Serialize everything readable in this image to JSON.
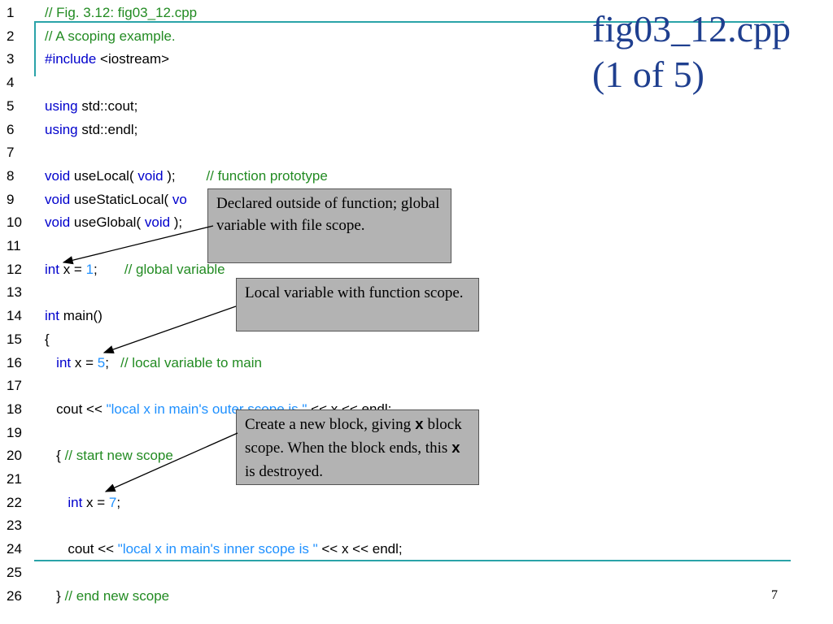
{
  "title": {
    "line1": "fig03_12.cpp",
    "line2": "(1 of 5)"
  },
  "page_number": "7",
  "colors": {
    "keyword": "#0000cc",
    "comment": "#228b22",
    "string": "#1e90ff",
    "title": "#1f3f8f",
    "accent_line": "#2aa3a8",
    "callout_bg": "#b3b3b3"
  },
  "code_lines": [
    {
      "n": "1",
      "parts": [
        [
          "cm",
          "// Fig. 3.12: fig03_12.cpp"
        ]
      ]
    },
    {
      "n": "2",
      "parts": [
        [
          "cm",
          "// A scoping example."
        ]
      ]
    },
    {
      "n": "3",
      "parts": [
        [
          "kw",
          "#include"
        ],
        [
          "",
          " <iostream>"
        ]
      ]
    },
    {
      "n": "4",
      "parts": []
    },
    {
      "n": "5",
      "parts": [
        [
          "kw",
          "using"
        ],
        [
          "",
          " std::cout;"
        ]
      ]
    },
    {
      "n": "6",
      "parts": [
        [
          "kw",
          "using"
        ],
        [
          "",
          " std::endl;"
        ]
      ]
    },
    {
      "n": "7",
      "parts": []
    },
    {
      "n": "8",
      "parts": [
        [
          "kw",
          "void"
        ],
        [
          "",
          " useLocal( "
        ],
        [
          "kw",
          "void"
        ],
        [
          "",
          " );        "
        ],
        [
          "cm",
          "// function prototype"
        ]
      ]
    },
    {
      "n": "9",
      "parts": [
        [
          "kw",
          "void"
        ],
        [
          "",
          " useStaticLocal( "
        ],
        [
          "kw",
          "vo"
        ]
      ]
    },
    {
      "n": "10",
      "parts": [
        [
          "kw",
          "void"
        ],
        [
          "",
          " useGlobal( "
        ],
        [
          "kw",
          "void"
        ],
        [
          "",
          " );"
        ]
      ]
    },
    {
      "n": "11",
      "parts": []
    },
    {
      "n": "12",
      "parts": [
        [
          "kw",
          "int"
        ],
        [
          "",
          " x = "
        ],
        [
          "nm",
          "1"
        ],
        [
          "",
          ";       "
        ],
        [
          "cm",
          "// global variable"
        ]
      ]
    },
    {
      "n": "13",
      "parts": []
    },
    {
      "n": "14",
      "parts": [
        [
          "kw",
          "int"
        ],
        [
          "",
          " main()"
        ]
      ]
    },
    {
      "n": "15",
      "parts": [
        [
          "",
          "{"
        ]
      ]
    },
    {
      "n": "16",
      "parts": [
        [
          "",
          "   "
        ],
        [
          "kw",
          "int"
        ],
        [
          "",
          " x = "
        ],
        [
          "nm",
          "5"
        ],
        [
          "",
          ";   "
        ],
        [
          "cm",
          "// local variable to main"
        ]
      ]
    },
    {
      "n": "17",
      "parts": []
    },
    {
      "n": "18",
      "parts": [
        [
          "",
          "   cout << "
        ],
        [
          "st",
          "\"local x in main's outer scope is \""
        ],
        [
          "",
          " << x << endl;"
        ]
      ]
    },
    {
      "n": "19",
      "parts": []
    },
    {
      "n": "20",
      "parts": [
        [
          "",
          "   { "
        ],
        [
          "cm",
          "// start new scope"
        ]
      ]
    },
    {
      "n": "21",
      "parts": []
    },
    {
      "n": "22",
      "parts": [
        [
          "",
          "      "
        ],
        [
          "kw",
          "int"
        ],
        [
          "",
          " x = "
        ],
        [
          "nm",
          "7"
        ],
        [
          "",
          ";"
        ]
      ]
    },
    {
      "n": "23",
      "parts": []
    },
    {
      "n": "24",
      "parts": [
        [
          "",
          "      cout << "
        ],
        [
          "st",
          "\"local x in main's inner scope is \""
        ],
        [
          "",
          " << x << endl;"
        ]
      ]
    },
    {
      "n": "25",
      "parts": []
    },
    {
      "n": "26",
      "parts": [
        [
          "",
          "   } "
        ],
        [
          "cm",
          "// end new scope"
        ]
      ]
    }
  ],
  "callouts": [
    {
      "id": "global",
      "parts": [
        [
          "",
          "Declared outside of function; global variable with file scope."
        ]
      ]
    },
    {
      "id": "function",
      "parts": [
        [
          "",
          "Local variable with function scope."
        ]
      ]
    },
    {
      "id": "block",
      "parts": [
        [
          "",
          "Create a new block, giving "
        ],
        [
          "code",
          "x"
        ],
        [
          "",
          " block scope. When the block ends, this "
        ],
        [
          "code",
          "x"
        ],
        [
          "",
          " is destroyed."
        ]
      ]
    }
  ]
}
